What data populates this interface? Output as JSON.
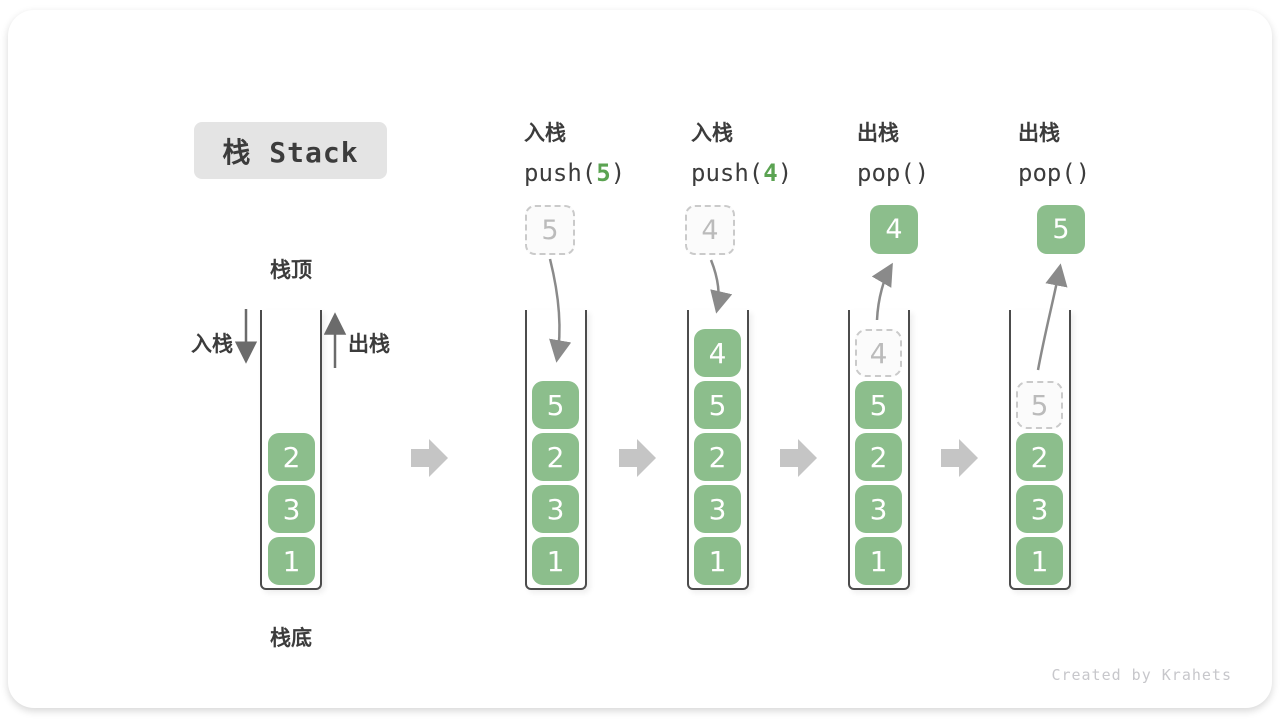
{
  "title": {
    "label": "栈 Stack"
  },
  "labels": {
    "stack_top": "栈顶",
    "stack_bottom": "栈底",
    "push": "入栈",
    "pop": "出栈"
  },
  "operations": [
    {
      "name": "入栈",
      "code_prefix": "push(",
      "code_arg": "5",
      "code_suffix": ")"
    },
    {
      "name": "入栈",
      "code_prefix": "push(",
      "code_arg": "4",
      "code_suffix": ")"
    },
    {
      "name": "出栈",
      "code_prefix": "pop()",
      "code_arg": "",
      "code_suffix": ""
    },
    {
      "name": "出栈",
      "code_prefix": "pop()",
      "code_arg": "",
      "code_suffix": ""
    }
  ],
  "floating_values": [
    {
      "value": "5",
      "style": "dashed"
    },
    {
      "value": "4",
      "style": "dashed"
    },
    {
      "value": "4",
      "style": "solid"
    },
    {
      "value": "5",
      "style": "solid"
    }
  ],
  "stacks": [
    {
      "items": [
        "2",
        "3",
        "1"
      ]
    },
    {
      "items": [
        "5",
        "2",
        "3",
        "1"
      ]
    },
    {
      "items": [
        "4",
        "5",
        "2",
        "3",
        "1"
      ]
    },
    {
      "items": [
        "4",
        "5",
        "2",
        "3",
        "1"
      ],
      "ghost_index": 0
    },
    {
      "items": [
        "5",
        "2",
        "3",
        "1"
      ],
      "ghost_index": 0
    }
  ],
  "colors": {
    "item_green": "#8CBE8C",
    "code_green": "#5BA352",
    "arrow_gray": "#8A8A8A",
    "block_arrow_gray": "#C5C5C5",
    "title_bg": "#E4E4E4",
    "text_dark": "#3C3C3C",
    "ghost_border": "#CACACA",
    "ghost_text": "#BBBBBB"
  },
  "watermark": "Created by Krahets"
}
